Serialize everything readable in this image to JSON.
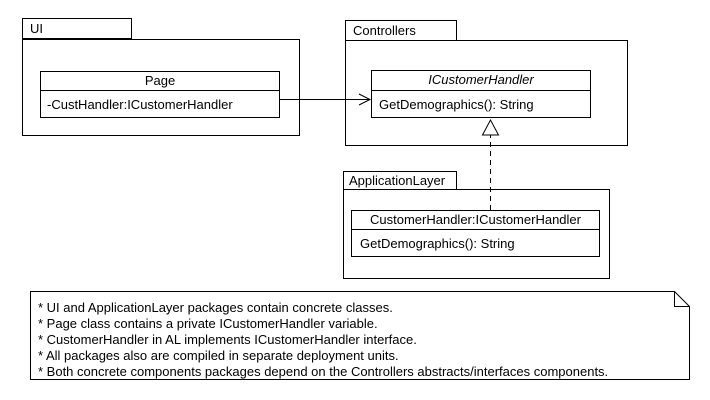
{
  "diagram": {
    "type": "uml-class-diagram",
    "colors": {
      "background": "#ffffff",
      "line": "#000000",
      "text": "#000000"
    },
    "packages": [
      {
        "label": "UI"
      },
      {
        "label": "Controllers"
      },
      {
        "label": "ApplicationLayer"
      }
    ],
    "classes": [
      {
        "name": "Page",
        "italic": false,
        "members": [
          "-CustHandler:ICustomerHandler"
        ]
      },
      {
        "name": "ICustomerHandler",
        "italic": true,
        "members": [
          "GetDemographics(): String"
        ]
      },
      {
        "name": "CustomerHandler:ICustomerHandler",
        "italic": false,
        "members": [
          "GetDemographics(): String"
        ]
      }
    ],
    "relationships": [
      {
        "type": "association",
        "from": "Page",
        "to": "ICustomerHandler",
        "line": "solid",
        "arrowhead": "open"
      },
      {
        "type": "realization",
        "from": "CustomerHandler:ICustomerHandler",
        "to": "ICustomerHandler",
        "line": "dashed",
        "arrowhead": "hollow-triangle"
      }
    ],
    "note": {
      "lines": [
        "* UI and ApplicationLayer packages contain concrete classes.",
        "* Page class contains a private ICustomerHandler variable.",
        "* CustomerHandler in AL implements ICustomerHandler interface.",
        "* All packages also are compiled in separate deployment units.",
        "* Both concrete components packages depend on the Controllers abstracts/interfaces components."
      ]
    }
  }
}
